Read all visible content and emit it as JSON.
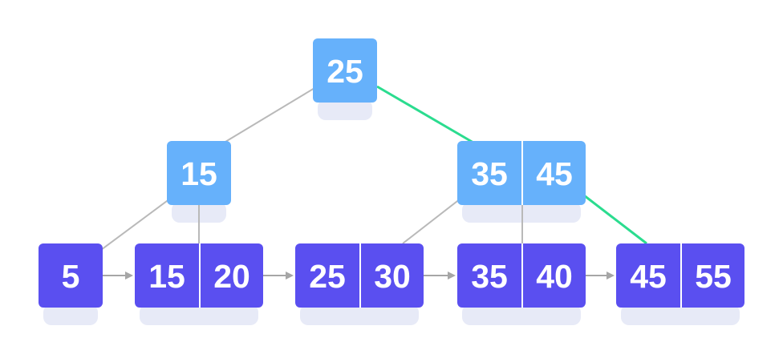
{
  "colors": {
    "internal_node": "#66b1fb",
    "leaf_node": "#5a4ff0",
    "edge": "#b9b9b9",
    "search_path": "#2bdc8f",
    "leaf_arrow": "#a6a6a6",
    "node_divider": "#ffffff",
    "shadow": "#e7eaf7"
  },
  "tree": {
    "root": {
      "keys": [
        "25"
      ]
    },
    "internal_nodes": [
      {
        "keys": [
          "15"
        ]
      },
      {
        "keys": [
          "35",
          "45"
        ]
      }
    ],
    "leaves": [
      {
        "keys": [
          "5"
        ]
      },
      {
        "keys": [
          "15",
          "20"
        ]
      },
      {
        "keys": [
          "25",
          "30"
        ]
      },
      {
        "keys": [
          "35",
          "40"
        ]
      },
      {
        "keys": [
          "45",
          "55"
        ]
      }
    ],
    "highlighted_path": [
      "25",
      "35 45",
      "45 55"
    ]
  }
}
